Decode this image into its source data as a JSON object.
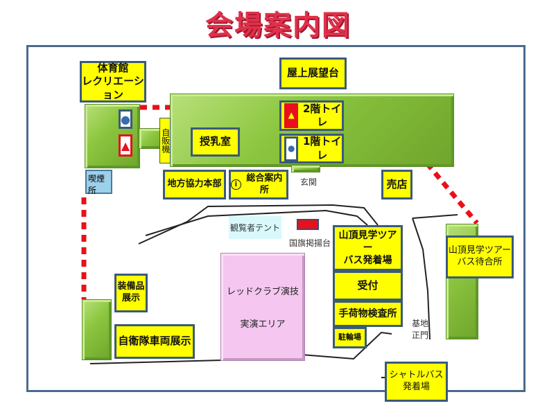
{
  "title": "会場案内図",
  "labels": {
    "gym": "体育館\nレクリエーション",
    "rooftop": "屋上展望台",
    "toilet_2f": "2階トイレ",
    "toilet_1f": "1階トイレ",
    "vending": "自販機",
    "nursing": "授乳室",
    "entrance": "玄関",
    "regional_hq": "地方協力本部",
    "info": "総合案内所",
    "info_symbol": "i",
    "smoking": "喫煙所",
    "shop": "売店",
    "tent": "観覧者テント",
    "flag": "国旗掲揚台",
    "demo_line1": "レッドクラブ演技",
    "demo_line2": "実演エリア",
    "tour_bus": "山頂見学ツアー\nバス発着場",
    "reception": "受付",
    "baggage": "手荷物検査所",
    "bicycle": "駐輪場",
    "gate": "基地\n正門",
    "tour_wait": "山頂見学ツアー\nバス待合所",
    "equipment": "装備品\n展示",
    "vehicles": "自衛隊車両展示",
    "shuttle": "シャトルバス\n発着場"
  },
  "colors": {
    "title": "#e0304a",
    "label": "#ffff00",
    "building": "#8cc63f",
    "demo": "#f4c6f0",
    "route": "#e8101a"
  }
}
